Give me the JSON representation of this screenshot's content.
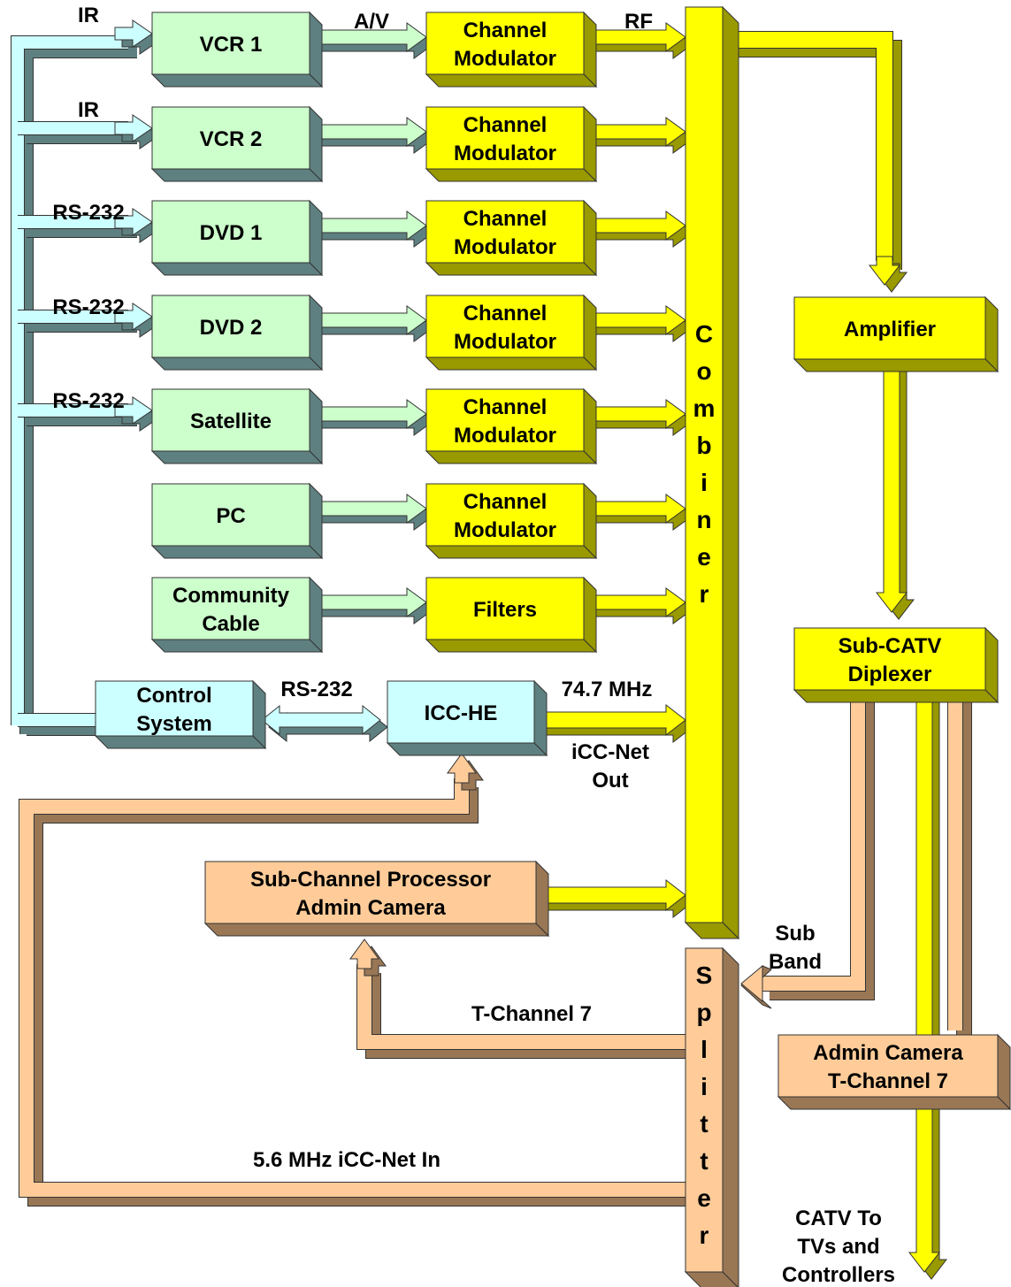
{
  "colors": {
    "green_face": "#ccffcc",
    "yellow_face": "#ffff00",
    "cyan_face": "#ccffff",
    "peach_face": "#ffcc99",
    "yellow_shade": "#999900",
    "gray_shade": "#5f8080",
    "brown_shade": "#997755"
  },
  "sources": [
    {
      "label": "VCR 1",
      "control": "IR"
    },
    {
      "label": "VCR 2",
      "control": "IR"
    },
    {
      "label": "DVD 1",
      "control": "RS-232"
    },
    {
      "label": "DVD 2",
      "control": "RS-232"
    },
    {
      "label": "Satellite",
      "control": "RS-232"
    },
    {
      "label": "PC",
      "control": ""
    },
    {
      "label": "Community\nCable",
      "control": ""
    }
  ],
  "processors": [
    "Channel\nModulator",
    "Channel\nModulator",
    "Channel\nModulator",
    "Channel\nModulator",
    "Channel\nModulator",
    "Channel\nModulator",
    "Filters"
  ],
  "top_labels": {
    "av": "A/V",
    "rf": "RF"
  },
  "control_system": "Control\nSystem",
  "control_link": "RS-232",
  "icc_he": "ICC-HE",
  "icc_out_freq": "74.7 MHz",
  "icc_out_label": "iCC-Net\nOut",
  "combiner": "Combiner",
  "amplifier": "Amplifier",
  "diplexer": "Sub-CATV\nDiplexer",
  "sub_channel": "Sub-Channel Processor\nAdmin Camera",
  "sub_band": "Sub\nBand",
  "splitter": "Splitter",
  "t_channel": "T-Channel 7",
  "net_in": "5.6 MHz  iCC-Net In",
  "admin_cam": "Admin Camera\nT-Channel 7",
  "catv_out": "CATV To\nTVs and\nControllers"
}
